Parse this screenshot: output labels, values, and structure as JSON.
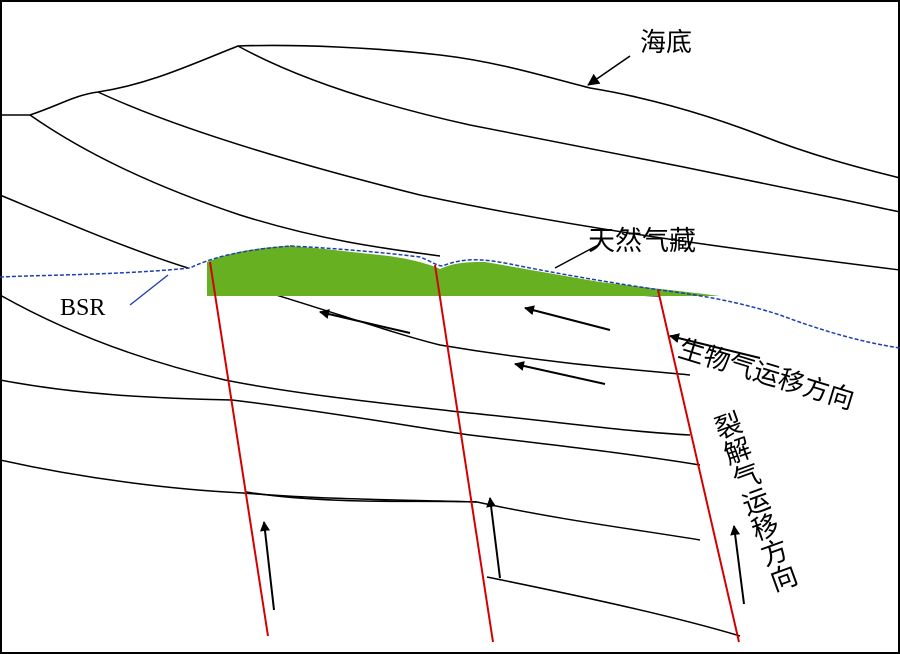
{
  "labels": {
    "seafloor": "海底",
    "gas_reservoir": "天然气藏",
    "bsr": "BSR",
    "biogenic_gas_migration": "生物气运移方向",
    "thermogenic_gas_migration": "裂解气运移方向"
  },
  "colors": {
    "background": "#ffffff",
    "strata": "#000000",
    "fault": "#d40000",
    "gas_fill": "#66b022",
    "bsr_line": "#1f3fb0",
    "arrow": "#000000"
  },
  "icons": {
    "migration_arrow": "arrow-icon"
  }
}
